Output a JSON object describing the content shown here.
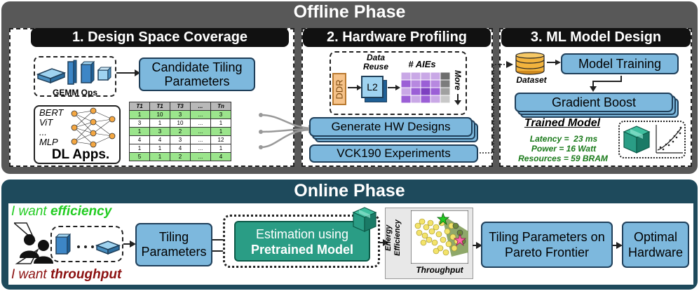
{
  "offline": {
    "title": "Offline Phase",
    "coverage": {
      "header": "1. Design Space Coverage",
      "gemm_label": "GEMM Ops",
      "candidate": "Candidate Tiling Parameters",
      "models": [
        "BERT",
        "ViT",
        "...",
        "MLP"
      ],
      "dl_apps": "DL Apps.",
      "table_header": [
        "T1",
        "T1",
        "T3",
        "...",
        "Tn"
      ],
      "table_rows": [
        [
          "1",
          "10",
          "3",
          "...",
          "3"
        ],
        [
          "3",
          "1",
          "10",
          "...",
          "1"
        ],
        [
          "1",
          "3",
          "2",
          "...",
          "1"
        ],
        [
          "4",
          "4",
          "3",
          "...",
          "12"
        ],
        [
          "1",
          "1",
          "4",
          "...",
          "1"
        ],
        [
          "5",
          "1",
          "2",
          "...",
          "4"
        ]
      ]
    },
    "profiling": {
      "header": "2. Hardware Profiling",
      "ddr": "DDR",
      "l2": "L2",
      "data_reuse": "Data Reuse",
      "aies": "# AIEs",
      "more": "More",
      "generate": "Generate HW Designs",
      "vck": "VCK190 Experiments"
    },
    "ml": {
      "header": "3. ML Model Design",
      "dataset": "Dataset",
      "training": "Model Training",
      "boost": "Gradient Boost",
      "trained": "Trained Model",
      "latency": "Latency =  23 ms",
      "power": "Power = 16 Watt",
      "resources": "Resources = 59 BRAM"
    }
  },
  "online": {
    "title": "Online Phase",
    "want_eff_prefix": "I want ",
    "want_eff_word": "efficiency",
    "want_thr_prefix": "I want ",
    "want_thr_word": "throughput",
    "tiling": "Tiling Parameters",
    "estimation_line1": "Estimation using",
    "estimation_line2": "Pretrained Model",
    "y_axis": "Energy Efficiency",
    "x_axis": "Throughput",
    "pareto": "Tiling Parameters on Pareto Frontier",
    "optimal": "Optimal Hardware"
  },
  "colors": {
    "box_blue": "#7db8dd",
    "teal": "#2a9d85",
    "efficiency_green": "#22cc22",
    "throughput_red": "#8b1010",
    "phase_bg": "#585858",
    "online_bg": "#1e4a5c"
  }
}
